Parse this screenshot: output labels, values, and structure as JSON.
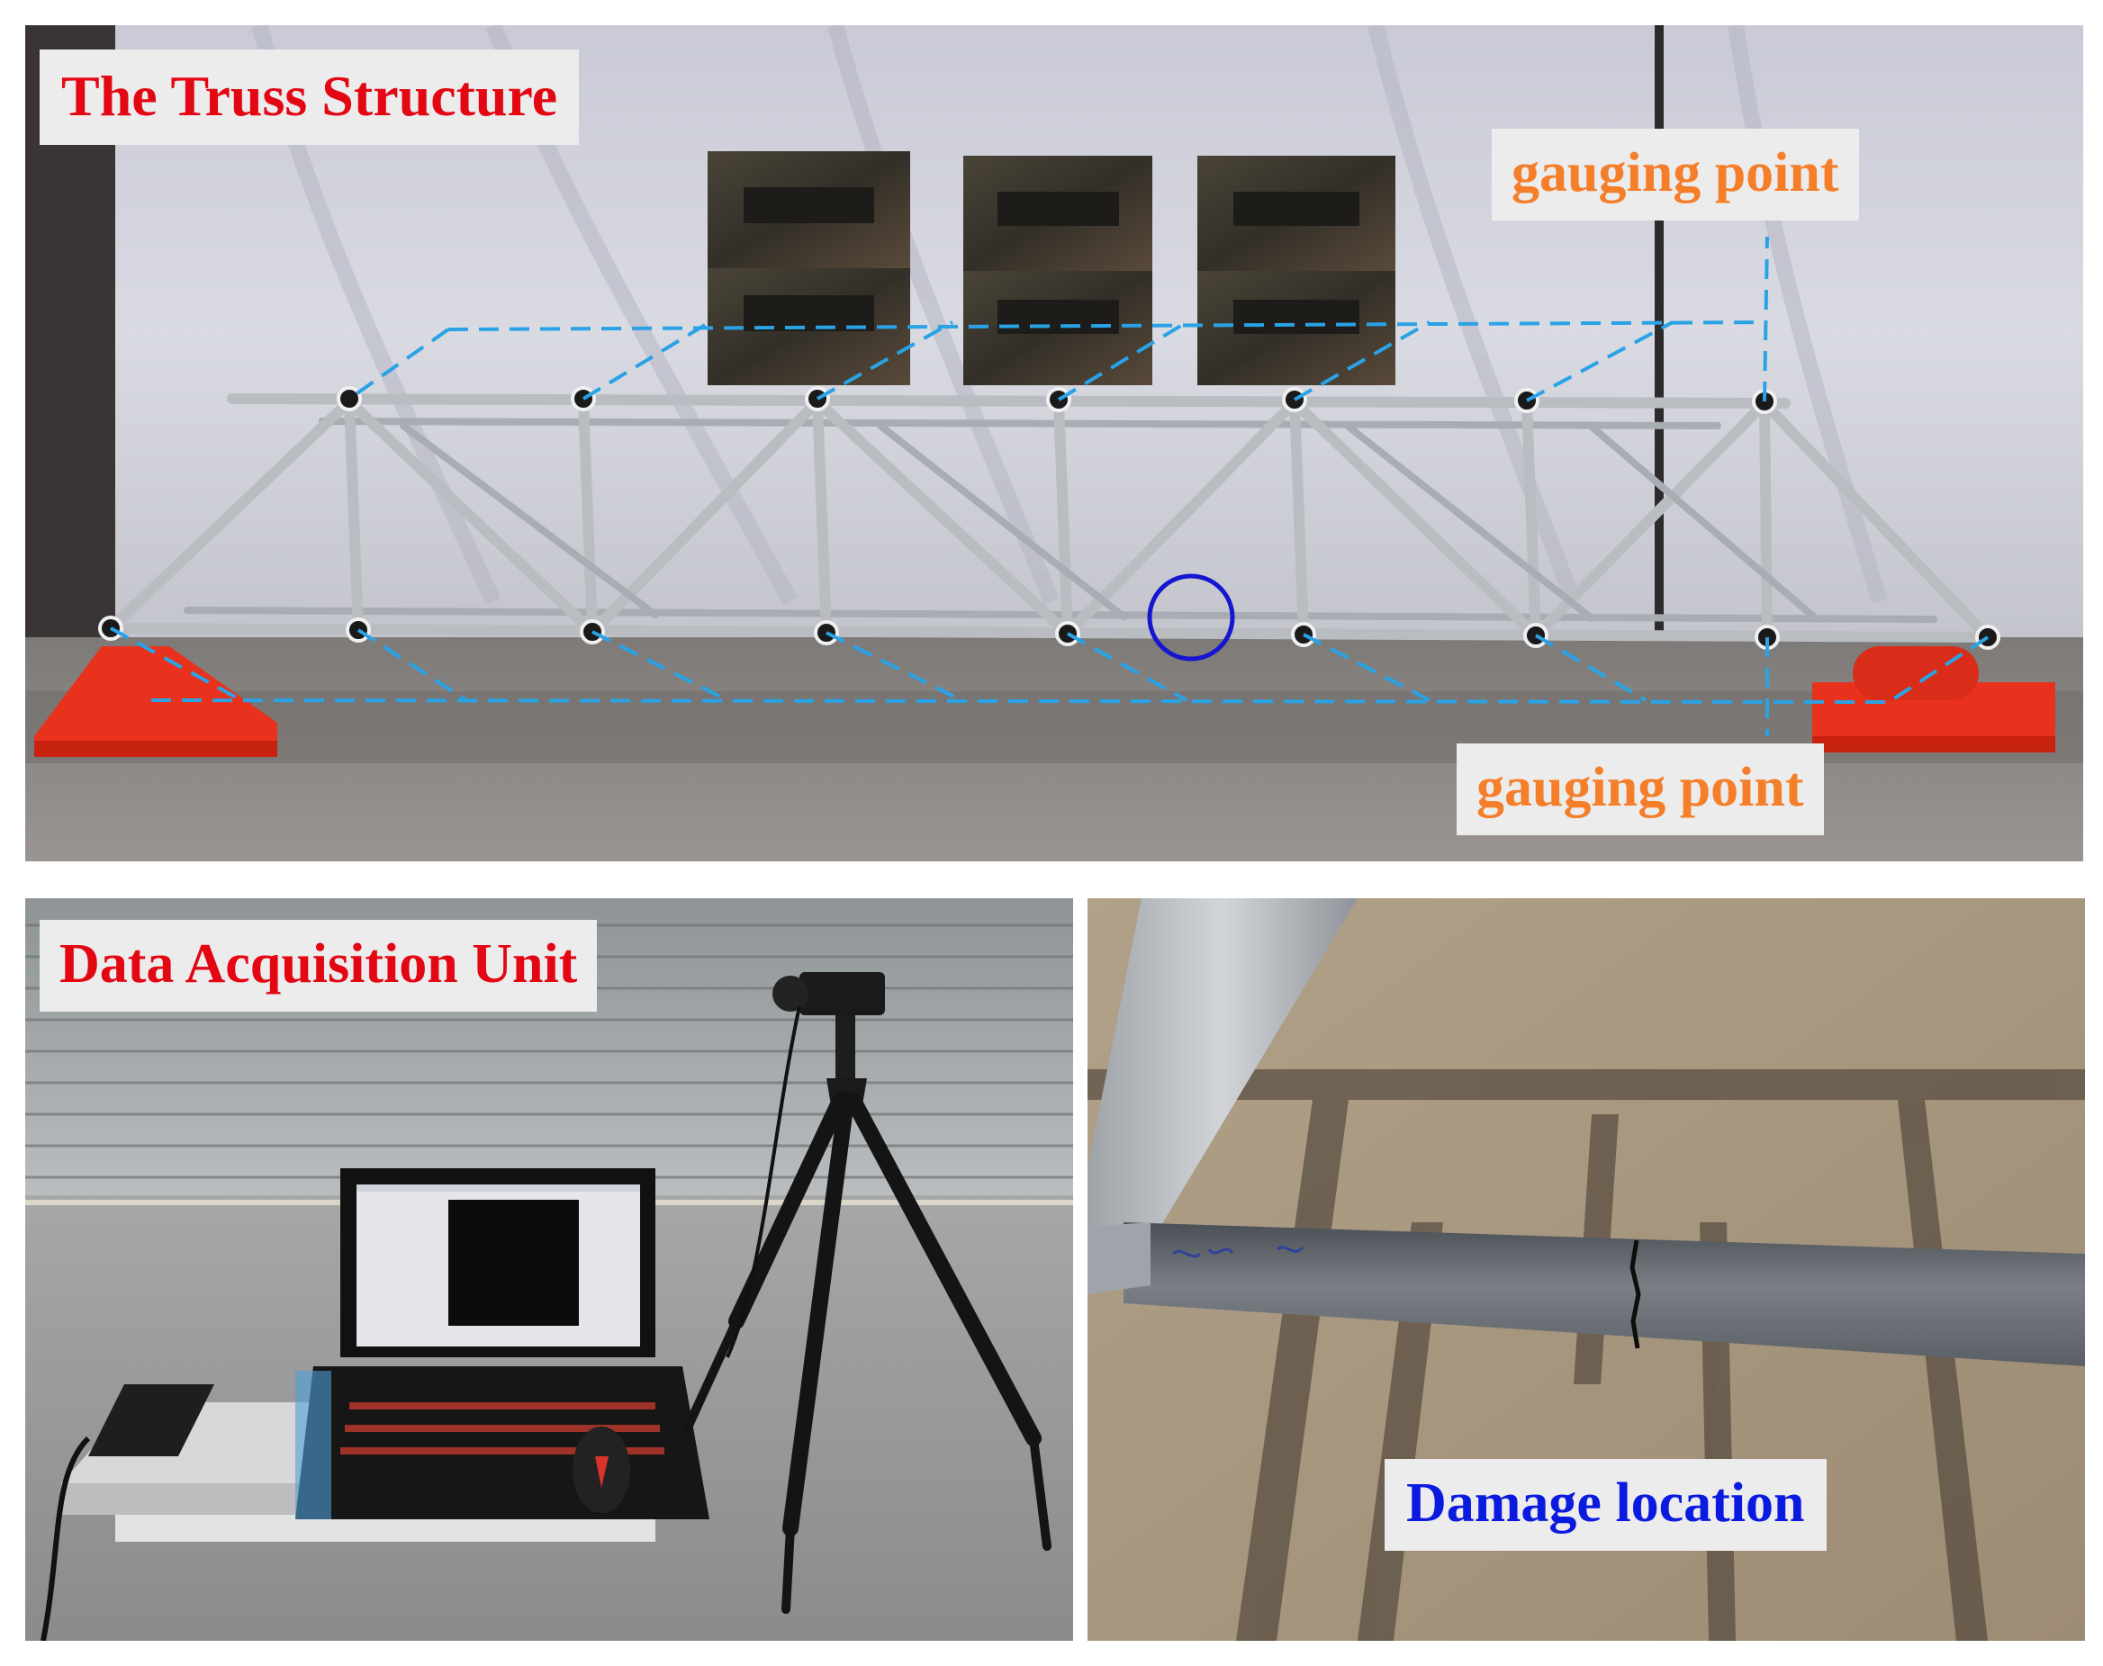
{
  "labels": {
    "truss_title": "The Truss Structure",
    "gauging_point_top": "gauging point",
    "gauging_point_bottom": "gauging point",
    "daq_title": "Data Acquisition Unit",
    "damage_title": "Damage location"
  },
  "colors": {
    "title_red": "#e30613",
    "gauge_orange": "#f47e2a",
    "damage_blue": "#0a1adf",
    "label_bg": "#ececec",
    "support_red": "#e8321e",
    "guide_dash_blue": "#29a3e6"
  }
}
